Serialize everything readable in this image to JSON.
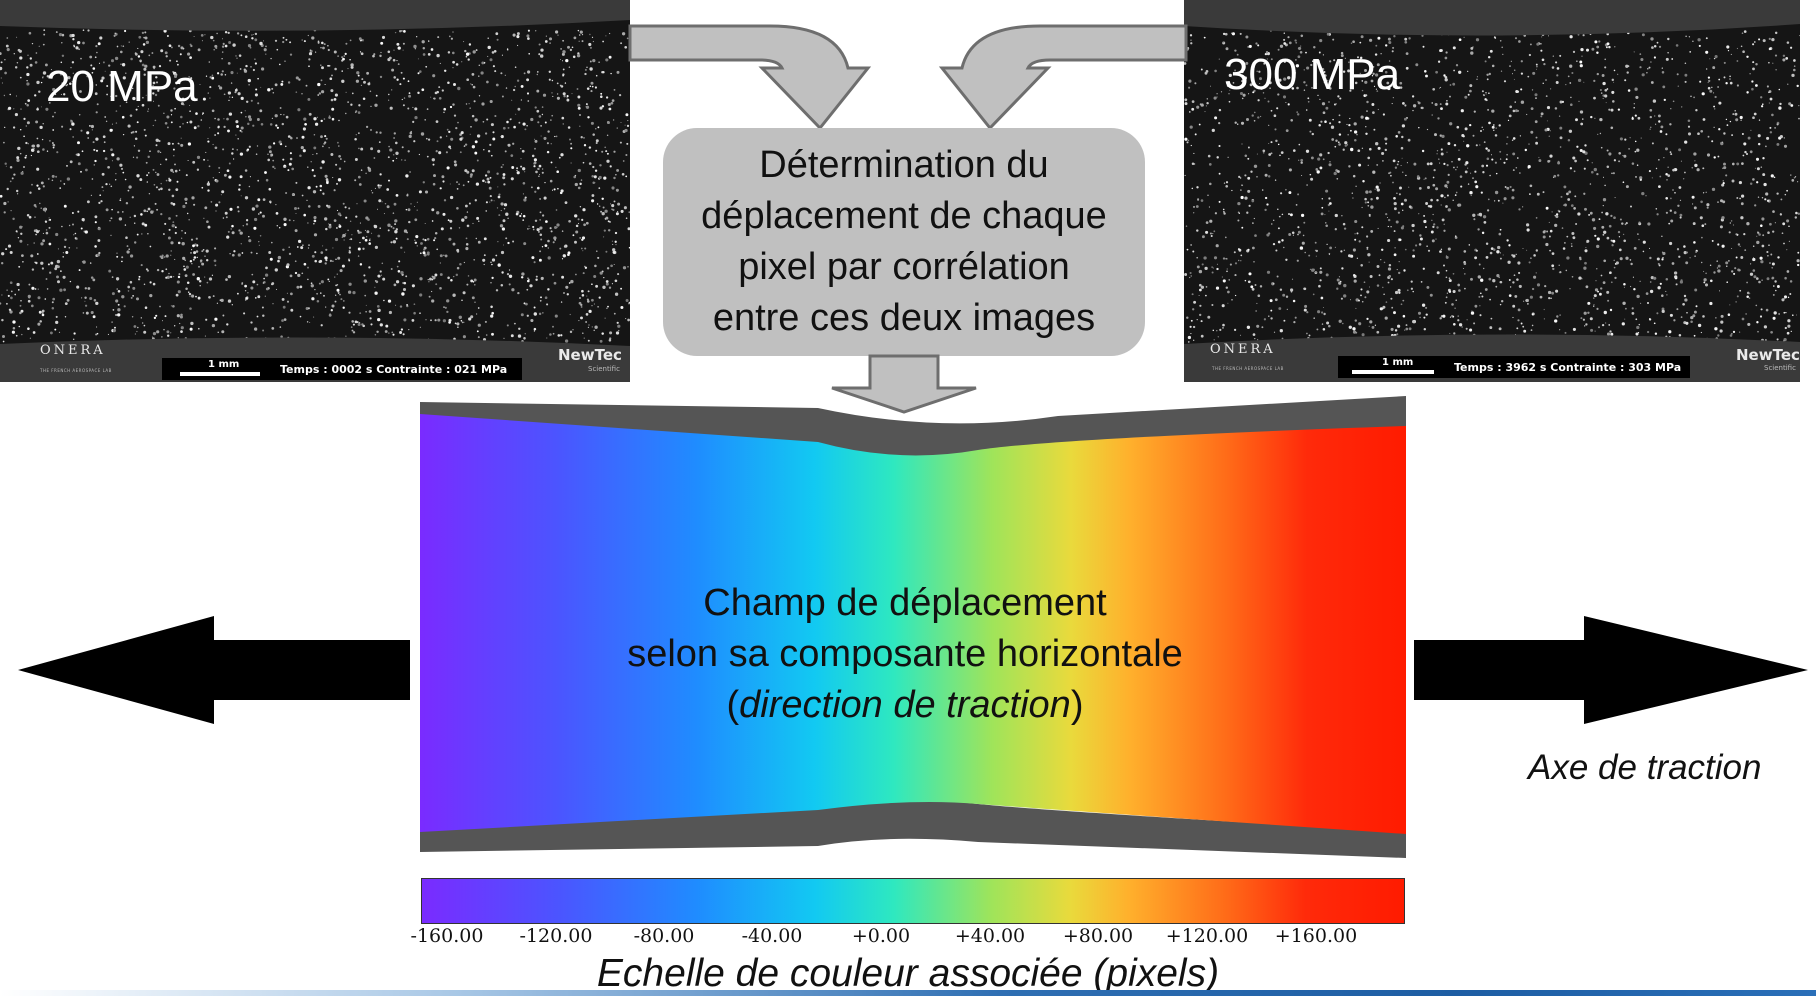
{
  "left_image": {
    "label": "20 MPa",
    "logo_left": "ONERA",
    "logo_left_sub": "THE FRENCH AEROSPACE LAB",
    "logo_right": "NewTec",
    "logo_right_sub": "Scientific",
    "scale_bar": "1 mm",
    "status": "Temps : 0002 s Contrainte : 021 MPa"
  },
  "right_image": {
    "label": "300 MPa",
    "logo_left": "ONERA",
    "logo_left_sub": "THE FRENCH AEROSPACE LAB",
    "logo_right": "NewTec",
    "logo_right_sub": "Scientific",
    "scale_bar": "1 mm",
    "status": "Temps : 3962 s Contrainte : 303 MPa"
  },
  "process_box": {
    "text": "Détermination du\ndéplacement de chaque\npixel par corrélation\nentre ces deux images"
  },
  "field": {
    "line1": "Champ de déplacement",
    "line2": "selon sa composante horizontale",
    "line3_open": "(",
    "line3_italic": "direction de traction",
    "line3_close": ")"
  },
  "axis_label": "Axe de traction",
  "color_scale": {
    "ticks": [
      "-160.00",
      "-120.00",
      "-80.00",
      "-40.00",
      "+0.00",
      "+40.00",
      "+80.00",
      "+120.00",
      "+160.00"
    ],
    "title": "Echelle de couleur associée (pixels)"
  },
  "colors": {
    "box_fill": "#c0c0c0",
    "arrow_gray": "#c0c0c0",
    "arrow_black": "#000000",
    "scale_start": "#7a2bff",
    "scale_end": "#ff1b00"
  }
}
